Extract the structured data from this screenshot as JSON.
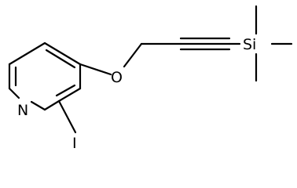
{
  "molecule": {
    "atoms": {
      "nitrogen": "N",
      "iodine": "I",
      "oxygen": "O",
      "silicon": "Si"
    },
    "line_color": "#000000",
    "background_color": "#ffffff"
  }
}
